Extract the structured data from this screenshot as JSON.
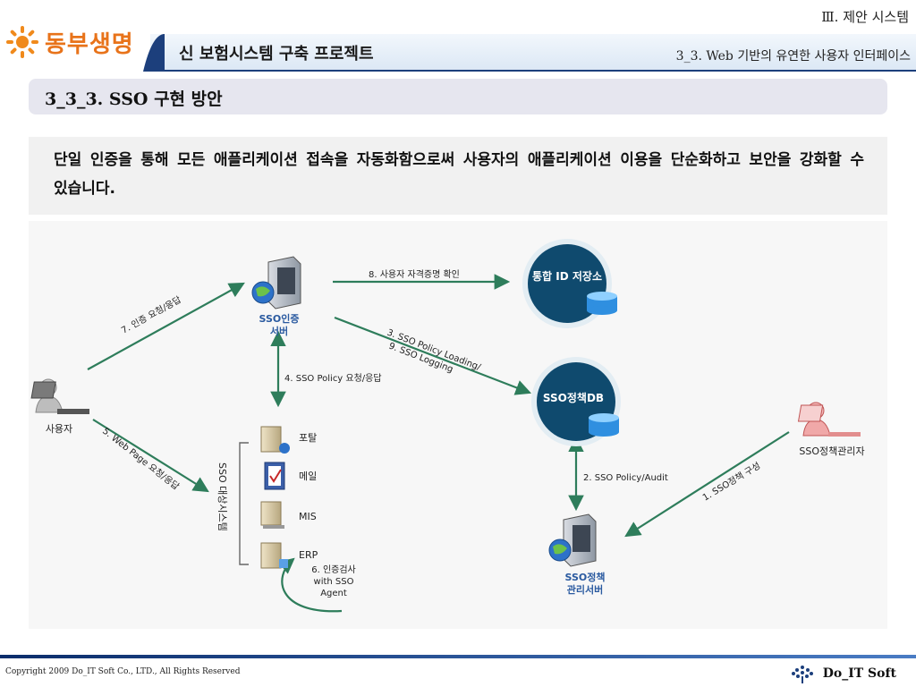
{
  "header": {
    "top_right": "Ⅲ. 제안 시스템",
    "logo_text": "동부생명",
    "banner_title": "신 보험시스템 구축 프로젝트",
    "banner_subtitle": "3_3. Web 기반의 유연한 사용자 인터페이스"
  },
  "section": {
    "title": "3_3_3.  SSO 구현 방안",
    "description": "단일 인증을 통해 모든 애플리케이션 접속을 자동화함으로써 사용자의 애플리케이션 이용을 단순화하고 보안을 강화할 수 있습니다."
  },
  "diagram": {
    "nodes": {
      "user": "사용자",
      "sso_server_line1": "SSO인증",
      "sso_server_line2": "서버",
      "id_store": "통합 ID 저장소",
      "policy_db": "SSO정책DB",
      "policy_admin": "SSO정책관리자",
      "policy_server_line1": "SSO정책",
      "policy_server_line2": "관리서버",
      "target_group": "SSO 대상시스템",
      "portal": "포탈",
      "mail": "메일",
      "mis": "MIS",
      "erp": "ERP"
    },
    "edges": {
      "e1": "1. SSO정책 구성",
      "e2": "2. SSO Policy/Audit",
      "e3": "3. SSO Policy Loading/",
      "e9": "9. SSO Logging",
      "e4": "4. SSO Policy 요청/응답",
      "e5": "5. Web Page 요청/응답",
      "e6_line1": "6. 인증검사",
      "e6_line2": "with SSO",
      "e6_line3": "Agent",
      "e7": "7. 인증 요청/응답",
      "e8": "8. 사용자 자격증명 확인"
    }
  },
  "footer": {
    "copyright": "Copyright 2009 Do_IT Soft Co., LTD., All Rights Reserved",
    "brand": "Do_IT Soft"
  },
  "colors": {
    "accent_navy": "#1c3f7c",
    "logo_orange": "#e8731a",
    "arrow_green": "#2e7d5b",
    "node_label_blue": "#2a5aa0",
    "db_circle": "#0f4a6e"
  }
}
